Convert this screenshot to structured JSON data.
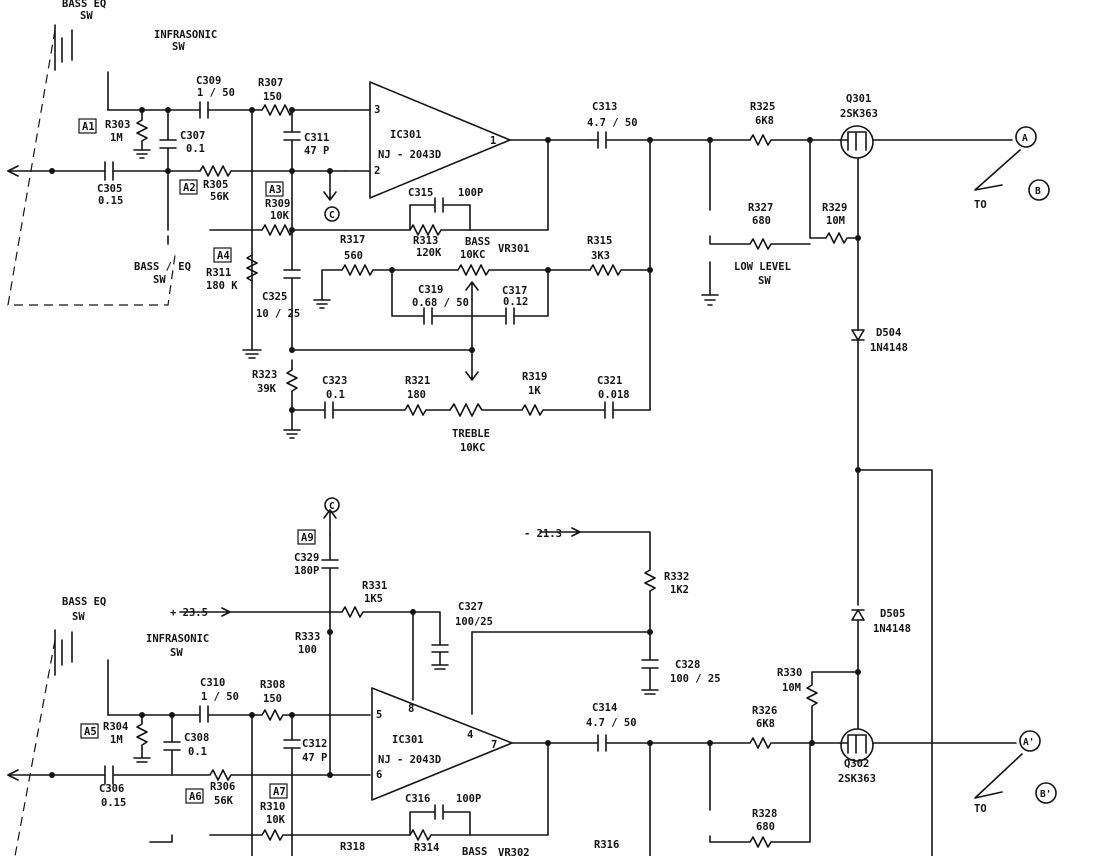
{
  "top": {
    "bass_eq_sw_1": "BASS  EQ",
    "bass_eq_sw_2": "SW",
    "infrasonic_1": "INFRASONIC",
    "infrasonic_2": "SW",
    "c309_name": "C309",
    "c309_val": "1 / 50",
    "r307_name": "R307",
    "r307_val": "150",
    "a1": "A1",
    "r303_name": "R303",
    "r303_val": "1M",
    "c307_name": "C307",
    "c307_val": "0.1",
    "c311_name": "C311",
    "c311_val": "47 P",
    "ic_name": "IC301",
    "ic_part": "NJ - 2043D",
    "pin3": "3",
    "pin2": "2",
    "pin1": "1",
    "c305_name": "C305",
    "c305_val": "0.15",
    "a2": "A2",
    "r305_name": "R305",
    "r305_val": "56K",
    "a3": "A3",
    "r309_name": "R309",
    "r309_val": "10K",
    "c_mark": "C",
    "c315_name": "C315",
    "c315_val": "100P",
    "r313_name": "R313",
    "r313_val": "120K",
    "bass_1": "BASS",
    "bass_2": "10KC",
    "vr": "VR301",
    "bass_eq_low_1": "BASS / EQ",
    "bass_eq_low_2": "SW",
    "a4": "A4",
    "r311_name": "R311",
    "r311_val": "180 K",
    "c325_name": "C325",
    "c325_val": "10 / 25",
    "r317_name": "R317",
    "r317_val": "560",
    "c319_name": "C319",
    "c319_val": "0.68 / 50",
    "c317_name": "C317",
    "c317_val": "0.12",
    "r315_name": "R315",
    "r315_val": "3K3",
    "r323_name": "R323",
    "r323_val": "39K",
    "c323_name": "C323",
    "c323_val": "0.1",
    "r321_name": "R321",
    "r321_val": "180",
    "r319_name": "R319",
    "r319_val": "1K",
    "c321_name": "C321",
    "c321_val": "0.018",
    "treble_1": "TREBLE",
    "treble_2": "10KC",
    "c313_name": "C313",
    "c313_val": "4.7 / 50",
    "r325_name": "R325",
    "r325_val": "6K8",
    "q_name": "Q301",
    "q_part": "2SK363",
    "r327_name": "R327",
    "r327_val": "680",
    "r329_name": "R329",
    "r329_val": "10M",
    "low_level_1": "LOW  LEVEL",
    "low_level_2": "SW",
    "to": "TO",
    "node_a": "A",
    "node_b": "B",
    "d504_name": "D504",
    "d504_part": "1N4148"
  },
  "bottom": {
    "c_mark": "C",
    "a9": "A9",
    "c329_name": "C329",
    "c329_val": "180P",
    "neg_supply": "- 21.3",
    "r332_name": "R332",
    "r332_val": "1K2",
    "pos_supply": "+ 23.5",
    "r331_name": "R331",
    "r331_val": "1K5",
    "c327_name": "C327",
    "c327_val": "100/25",
    "bass_eq_sw_1": "BASS  EQ",
    "bass_eq_sw_2": "SW",
    "infrasonic_1": "INFRASONIC",
    "infrasonic_2": "SW",
    "r333_name": "R333",
    "r333_val": "100",
    "d505_name": "D505",
    "d505_part": "1N4148",
    "c328_name": "C328",
    "c328_val": "100 / 25",
    "c310_name": "C310",
    "c310_val": "1 / 50",
    "r308_name": "R308",
    "r308_val": "150",
    "r330_name": "R330",
    "r330_val": "10M",
    "a5": "A5",
    "r304_name": "R304",
    "r304_val": "1M",
    "c308_name": "C308",
    "c308_val": "0.1",
    "c312_name": "C312",
    "c312_val": "47 P",
    "ic_name": "IC301",
    "ic_part": "NJ - 2043D",
    "pin5": "5",
    "pin6": "6",
    "pin8": "8",
    "pin4": "4",
    "pin7": "7",
    "c314_name": "C314",
    "c314_val": "4.7 / 50",
    "r326_name": "R326",
    "r326_val": "6K8",
    "q_name": "Q302",
    "q_part": "2SK363",
    "c306_name": "C306",
    "c306_val": "0.15",
    "a6": "A6",
    "r306_name": "R306",
    "r306_val": "56K",
    "a7": "A7",
    "r310_name": "R310",
    "r310_val": "10K",
    "c316_name": "C316",
    "c316_val": "100P",
    "r328_name": "R328",
    "r328_val": "680",
    "r318_name": "R318",
    "r314_name": "R314",
    "bass_1": "BASS",
    "vr": "VR302",
    "r316_name": "R316",
    "to": "TO",
    "node_a": "A'",
    "node_b": "B'"
  }
}
